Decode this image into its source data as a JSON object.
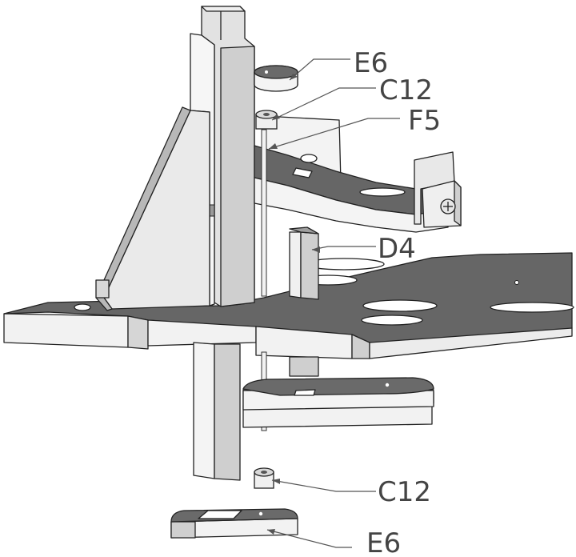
{
  "colors": {
    "plate_top": "#666666",
    "face_light": "#f4f4f4",
    "face_mid": "#d2d2d2",
    "face_dark": "#9a9a9a",
    "hole": "#ffffff",
    "leader": "#555555",
    "label": "#444444"
  },
  "labels": {
    "e6_top": "E6",
    "c12_top": "C12",
    "f5": "F5",
    "d4": "D4",
    "c12_bottom": "C12",
    "e6_bottom": "E6"
  }
}
